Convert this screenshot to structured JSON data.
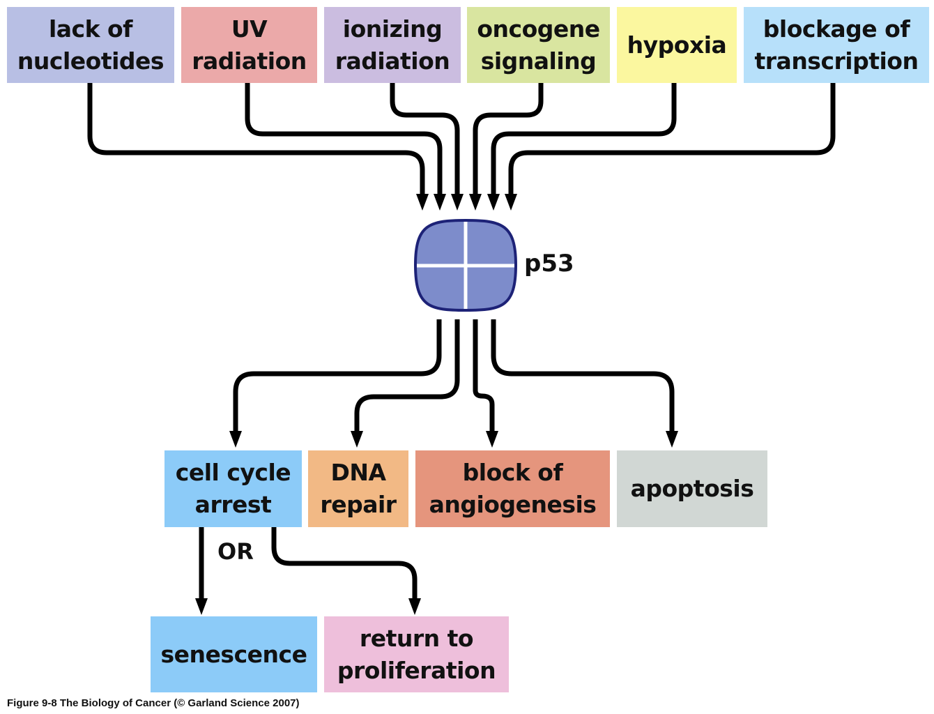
{
  "inputs": [
    {
      "id": "nucleotides",
      "label": "lack of\nnucleotides",
      "color": "#b8bfe4"
    },
    {
      "id": "uv",
      "label": "UV\nradiation",
      "color": "#eba9a9"
    },
    {
      "id": "ionizing",
      "label": "ionizing\nradiation",
      "color": "#cbbde0"
    },
    {
      "id": "oncogene",
      "label": "oncogene\nsignaling",
      "color": "#d9e5a0"
    },
    {
      "id": "hypoxia",
      "label": "hypoxia",
      "color": "#fbf79f"
    },
    {
      "id": "transcription",
      "label": "blockage of\ntranscription",
      "color": "#b7e0fa"
    }
  ],
  "center": {
    "label": "p53",
    "fill": "#7d8ccb",
    "stroke": "#1d2277"
  },
  "outputs": [
    {
      "id": "cell-cycle-arrest",
      "label": "cell cycle\narrest",
      "color": "#8ccbf8"
    },
    {
      "id": "dna-repair",
      "label": "DNA\nrepair",
      "color": "#f2b985"
    },
    {
      "id": "block-angiogenesis",
      "label": "block of\nangiogenesis",
      "color": "#e5957d"
    },
    {
      "id": "apoptosis",
      "label": "apoptosis",
      "color": "#d1d7d4"
    }
  ],
  "branch_label": "OR",
  "fates": [
    {
      "id": "senescence",
      "label": "senescence",
      "color": "#8ccbf8"
    },
    {
      "id": "return-to-proliferation",
      "label": "return to\nproliferation",
      "color": "#eebfdb"
    }
  ],
  "caption": "Figure 9-8  The Biology of Cancer (© Garland Science 2007)"
}
